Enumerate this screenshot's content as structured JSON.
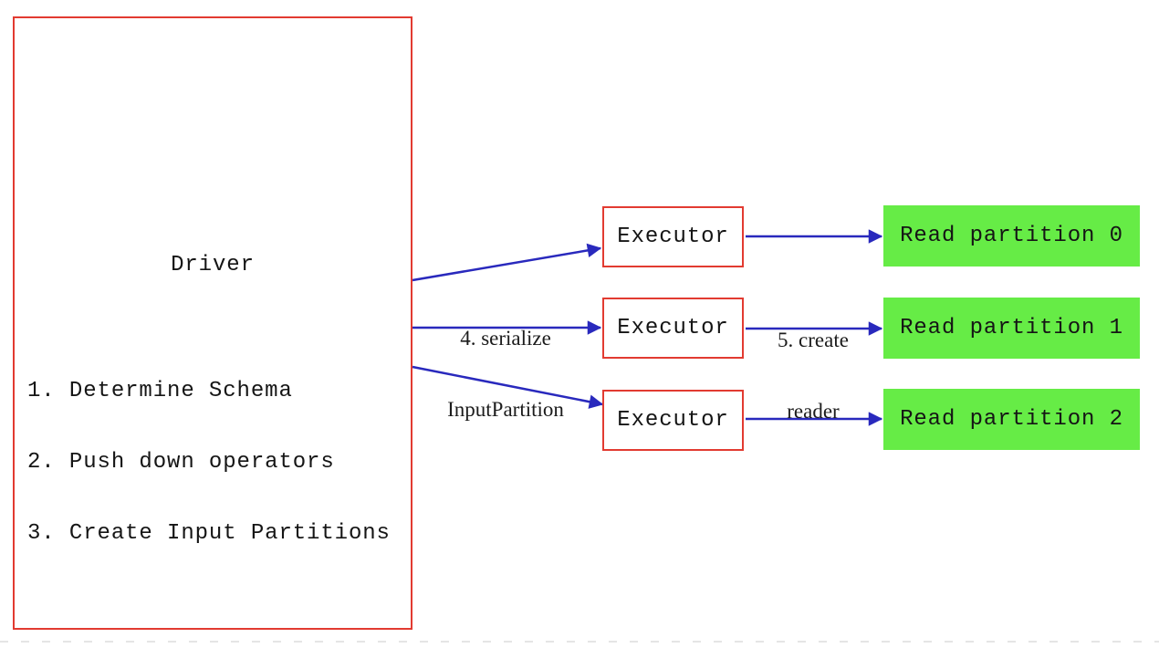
{
  "colors": {
    "box_border_red": "#e23b31",
    "arrow_blue": "#2929bd",
    "partition_green": "#66ec46",
    "text_black": "#151515",
    "background": "#ffffff"
  },
  "driver": {
    "title": "Driver",
    "steps": [
      "1. Determine Schema",
      "2. Push down operators",
      "3. Create Input Partitions"
    ]
  },
  "executors": [
    "Executor",
    "Executor",
    "Executor"
  ],
  "partitions": [
    "Read partition 0",
    "Read partition 1",
    "Read partition 2"
  ],
  "edge_labels": {
    "serialize": {
      "line1": "4. serialize",
      "line2": "InputPartition"
    },
    "create_reader": {
      "line1": "5. create",
      "line2": "reader"
    }
  }
}
